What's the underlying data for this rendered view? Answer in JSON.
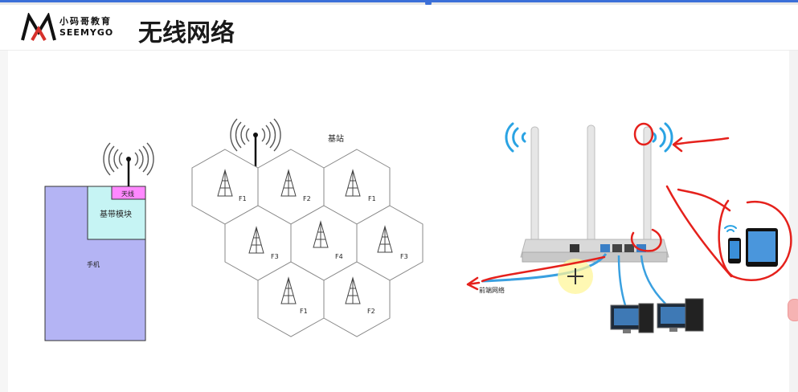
{
  "header": {
    "brand_cn": "小码哥教育",
    "brand_en": "SEEMYGO",
    "title": "无线网络"
  },
  "phone_diagram": {
    "antenna_label": "天线",
    "baseband_label": "基带模块",
    "phone_label": "手机"
  },
  "cell_diagram": {
    "base_station_label": "基站",
    "cells": [
      "F1",
      "F2",
      "F1",
      "F3",
      "F4",
      "F3",
      "F1",
      "F2"
    ]
  },
  "router_diagram": {
    "wan_label": "前端网络"
  },
  "colors": {
    "accent": "#3b6fd8",
    "phone_body": "#b4b4f4",
    "baseband": "#c6f4f4",
    "antenna": "#ff88ff",
    "annotation": "#e5211c",
    "wifi_blue": "#2aa3e3"
  }
}
